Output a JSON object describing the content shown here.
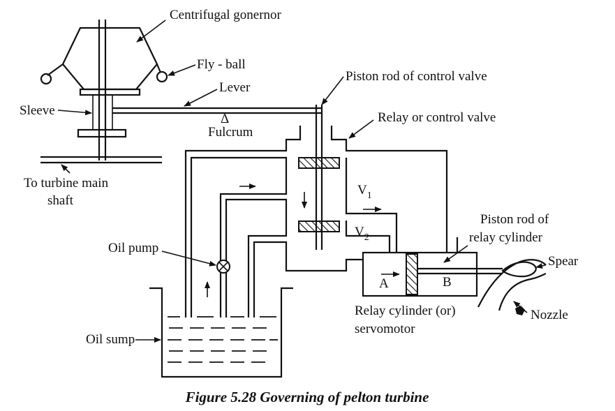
{
  "labels": {
    "governor": "Centrifugal gonernor",
    "fly_ball": "Fly - ball",
    "lever": "Lever",
    "piston_rod_valve": "Piston rod of control valve",
    "sleeve": "Sleeve",
    "fulcrum_symbol": "Δ",
    "fulcrum": "Fulcrum",
    "relay_valve": "Relay or control valve",
    "shaft_line1": "To turbine main",
    "shaft_line2": "shaft",
    "v1": "V",
    "v1_sub": "1",
    "v2": "V",
    "v2_sub": "2",
    "piston_rod_relay_line1": "Piston rod of",
    "piston_rod_relay_line2": "relay cylinder",
    "oil_pump": "Oil pump",
    "spear": "Spear",
    "chamber_a": "A",
    "chamber_b": "B",
    "relay_cyl_line1": "Relay cylinder (or)",
    "relay_cyl_line2": "servomotor",
    "nozzle": "Nozzle",
    "oil_sump": "Oil sump"
  },
  "caption": "Figure 5.28 Governing of pelton turbine"
}
